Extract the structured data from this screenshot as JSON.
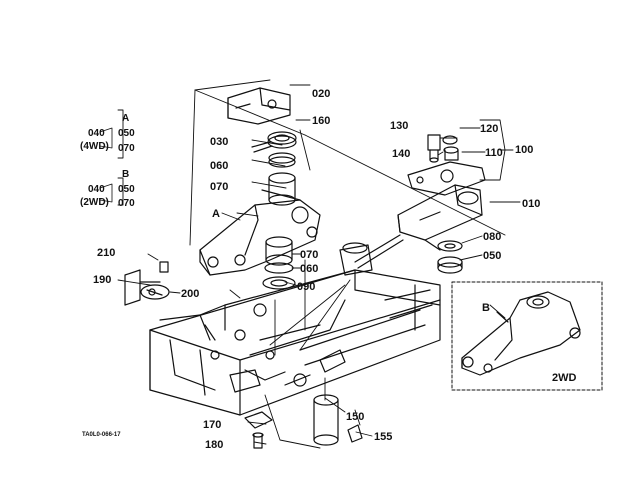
{
  "parts": {
    "p020": "020",
    "p160": "160",
    "p030": "030",
    "p060a": "060",
    "p070a": "070",
    "p070b": "070",
    "p060b": "060",
    "p090": "090",
    "p130": "130",
    "p120": "120",
    "p140": "140",
    "p110": "110",
    "p100": "100",
    "p010": "010",
    "p080": "080",
    "p050": "050",
    "p210": "210",
    "p190": "190",
    "p200": "200",
    "p150": "150",
    "p170": "170",
    "p180": "180",
    "p155": "155"
  },
  "callout_a": {
    "letter": "A",
    "code1": "040",
    "code2": "050",
    "variant": "(4WD)",
    "code3": "070"
  },
  "callout_b": {
    "letter": "B",
    "code1": "040",
    "code2": "050",
    "variant": "(2WD)",
    "code3": "070"
  },
  "markers": {
    "a": "A",
    "b": "B"
  },
  "inset": {
    "label": "2WD"
  },
  "figure_code": "TA0L0-066-17"
}
